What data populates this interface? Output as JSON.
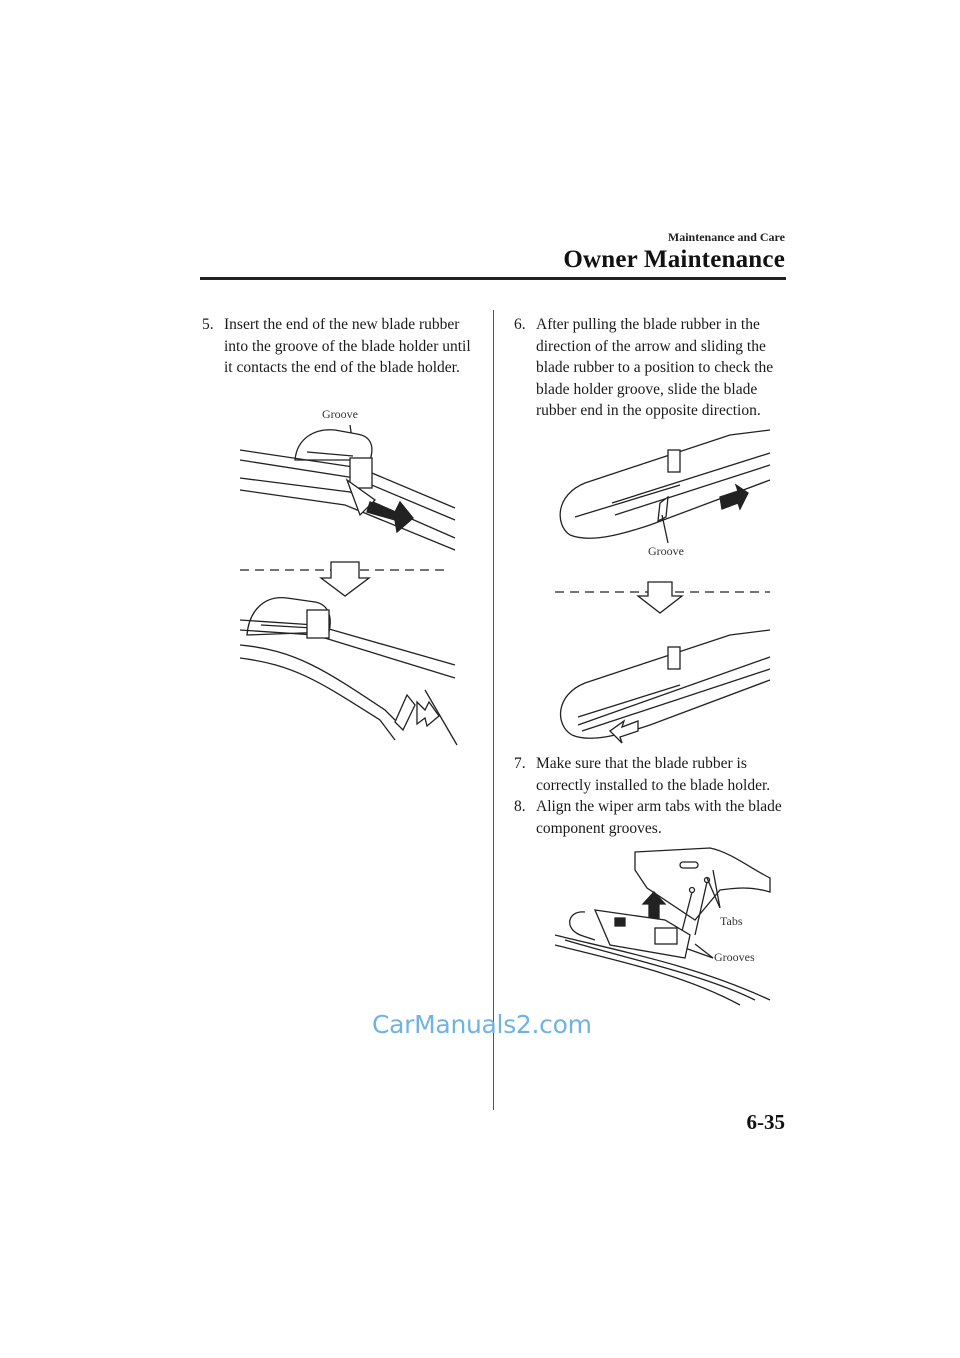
{
  "header": {
    "section": "Maintenance and Care",
    "chapter": "Owner Maintenance"
  },
  "steps": [
    {
      "number": "5.",
      "text": "Insert the end of the new blade rubber into the groove of the blade holder until it contacts the end of the blade holder."
    },
    {
      "number": "6.",
      "text": "After pulling the blade rubber in the direction of the arrow and sliding the blade rubber to a position to check the blade holder groove, slide the blade rubber end in the opposite direction."
    },
    {
      "number": "7.",
      "text": "Make sure that the blade rubber is correctly installed to the blade holder."
    },
    {
      "number": "8.",
      "text": "Align the wiper arm tabs with the blade component grooves."
    }
  ],
  "figures": {
    "fig1": {
      "label": "Groove"
    },
    "fig2": {
      "label": "Groove"
    },
    "fig3": {
      "tabs_label": "Tabs",
      "grooves_label": "Grooves"
    }
  },
  "watermark": "CarManuals2.com",
  "page_number": "6-35"
}
